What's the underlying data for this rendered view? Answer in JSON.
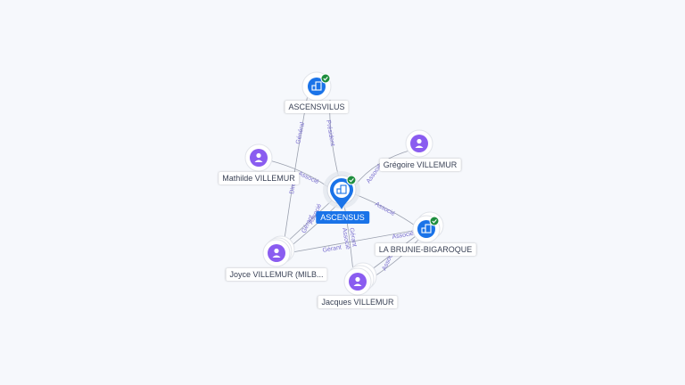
{
  "colors": {
    "company": "#1a73e8",
    "person": "#8a5cf0",
    "verified": "#1e8e3e",
    "edge": "#9aa0ae",
    "edge_label": "#7a6fcf",
    "background": "#f6f8fc"
  },
  "nodes": {
    "center": {
      "label": "ASCENSUS",
      "type": "company",
      "icon": "building-icon"
    },
    "ascensvilus": {
      "label": "ASCENSVILUS",
      "type": "company",
      "icon": "building-icon"
    },
    "labrunie": {
      "label": "LA BRUNIE-BIGAROQUE",
      "type": "company",
      "icon": "building-icon"
    },
    "gregoire": {
      "label": "Grégoire VILLEMUR",
      "type": "person",
      "icon": "person-icon"
    },
    "mathilde": {
      "label": "Mathilde VILLEMUR",
      "type": "person",
      "icon": "person-icon"
    },
    "joyce": {
      "label": "Joyce VILLEMUR (MILB...",
      "type": "person",
      "icon": "person-icon"
    },
    "jacques": {
      "label": "Jacques VILLEMUR",
      "type": "person",
      "icon": "person-icon"
    }
  },
  "edges": {
    "president": "Président",
    "general": "Général",
    "directeur": "Direc",
    "associe": "Associé",
    "gerant": "Gérant"
  }
}
